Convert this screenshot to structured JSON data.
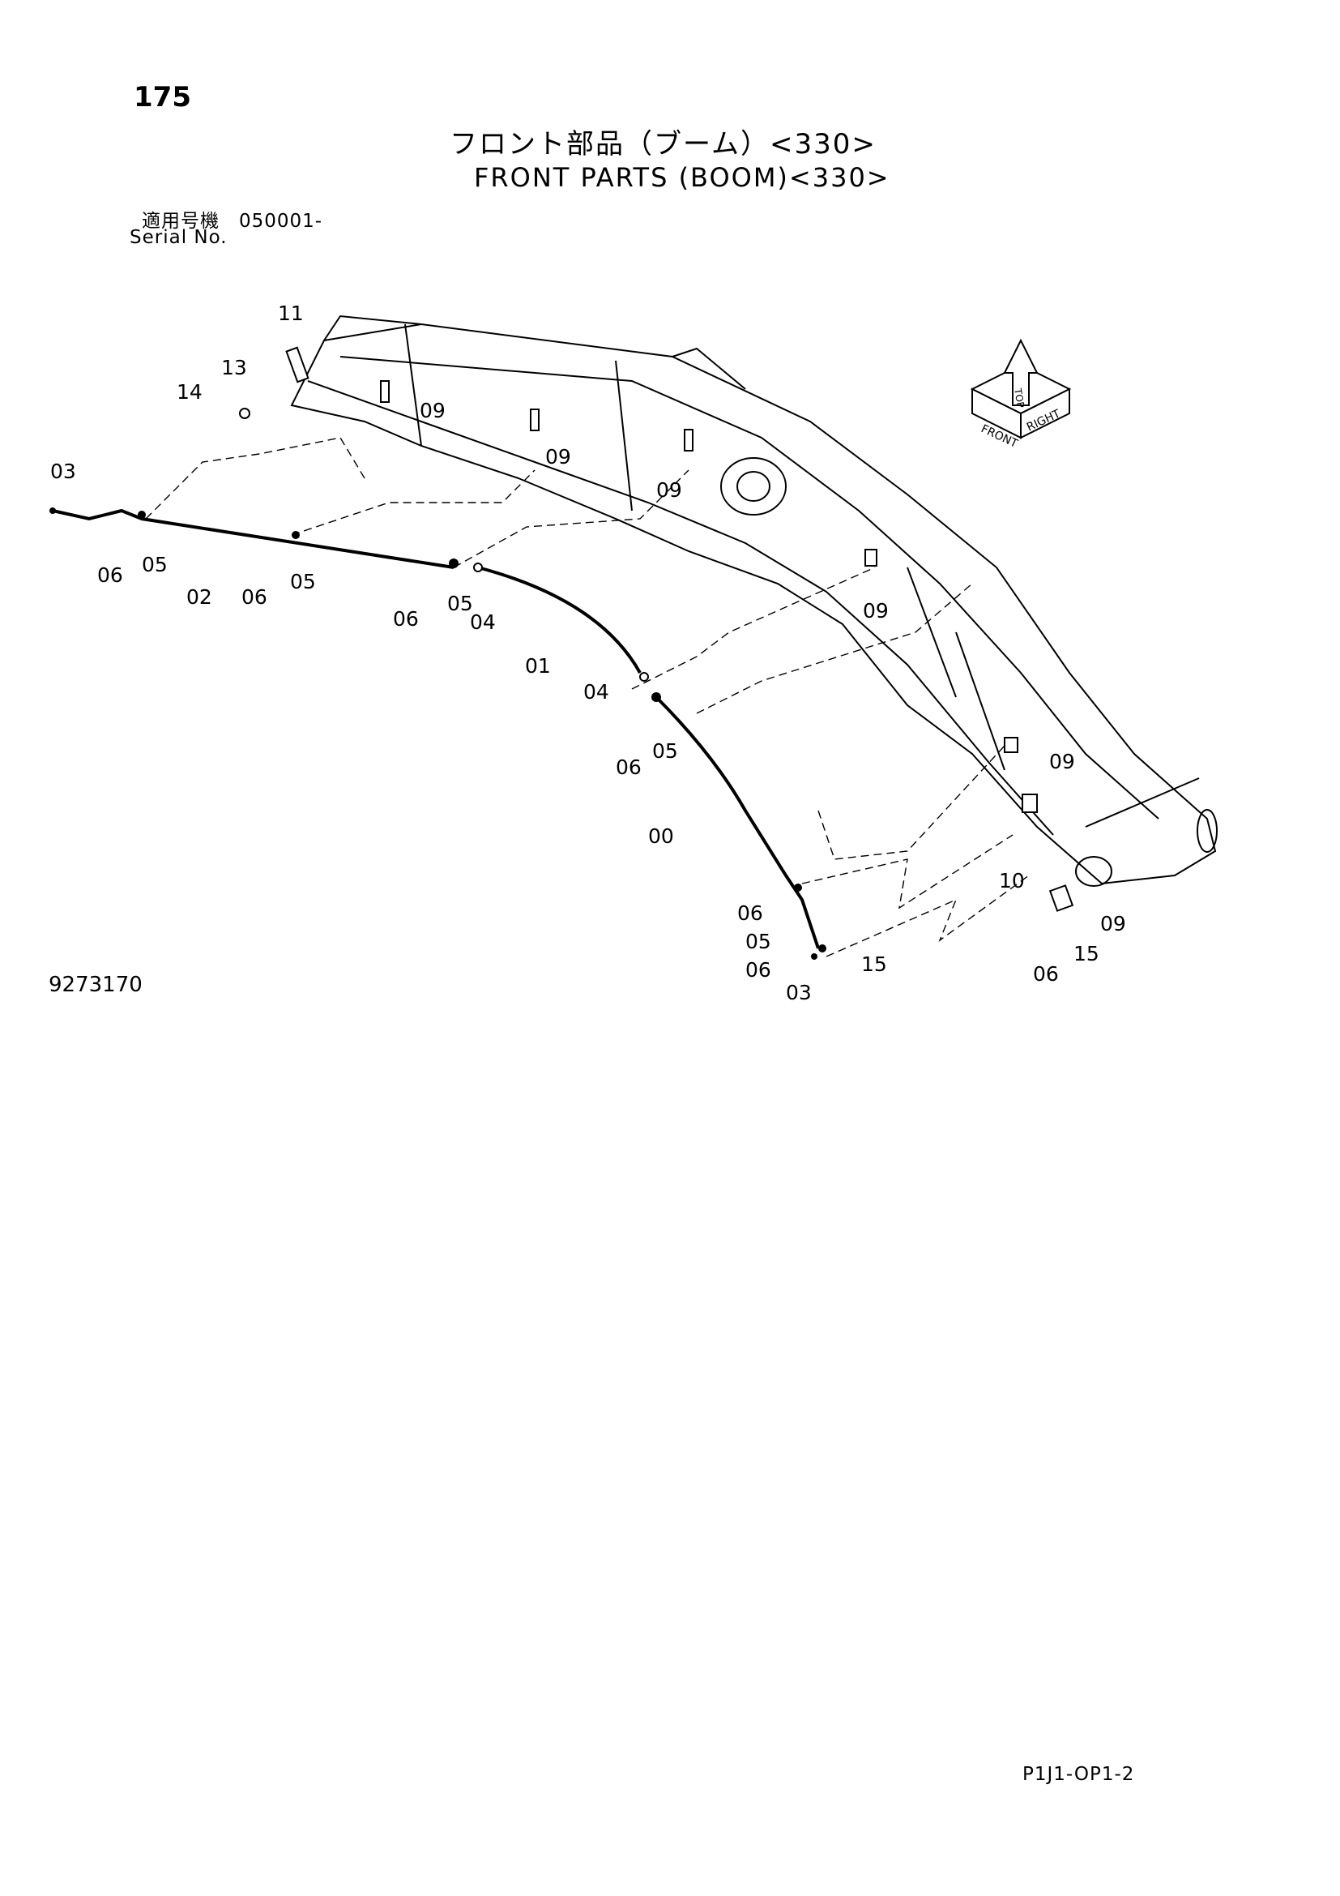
{
  "header": {
    "page_number": "175",
    "title_jp": "フロント部品（ブーム）<330>",
    "title_en": "FRONT PARTS (BOOM)<330>",
    "serial_jp": "適用号機　050001-",
    "serial_en": "Serial No."
  },
  "diagram": {
    "drawing_number": "9273170",
    "compass_labels": {
      "front": "FRONT",
      "top": "TOP",
      "right": "RIGHT"
    },
    "callouts": [
      "11",
      "13",
      "14",
      "09",
      "09",
      "09",
      "03",
      "06",
      "05",
      "02",
      "06",
      "05",
      "06",
      "05",
      "04",
      "01",
      "04",
      "06",
      "05",
      "09",
      "00",
      "09",
      "10",
      "09",
      "06",
      "05",
      "06",
      "15",
      "03",
      "15",
      "06"
    ]
  },
  "footer": {
    "page_code": "P1J1-OP1-2"
  }
}
